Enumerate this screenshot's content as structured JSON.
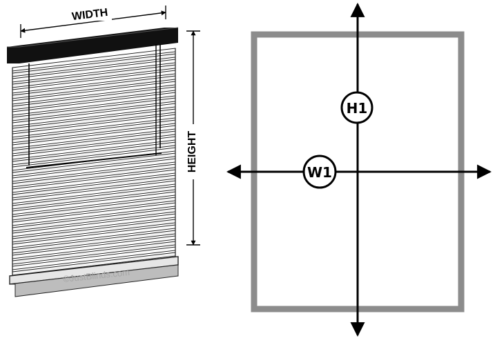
{
  "blind_diagram": {
    "width_label": "WIDTH",
    "height_label": "HEIGHT",
    "watermark": "©JustBlinds.com"
  },
  "window_diagram": {
    "frame_color": "#8c8c8c",
    "height_marker": "H1",
    "width_marker": "W1"
  }
}
